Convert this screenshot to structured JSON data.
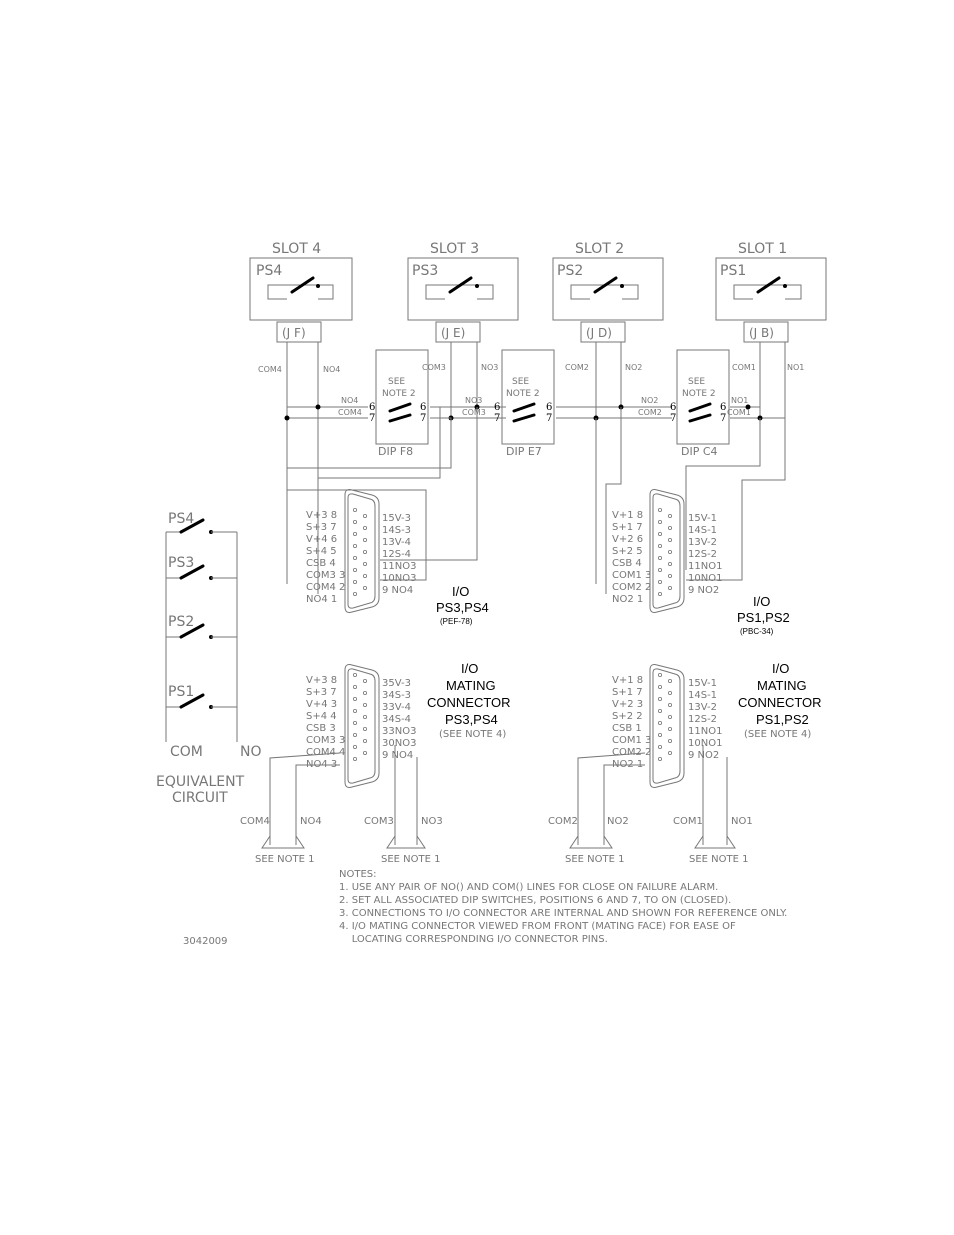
{
  "slots": [
    {
      "slot_label": "SLOT 4",
      "ps_label": "PS4",
      "jack": "(J F)",
      "com": "COM4",
      "no": "NO4"
    },
    {
      "slot_label": "SLOT 3",
      "ps_label": "PS3",
      "jack": "(J E)",
      "com": "COM3",
      "no": "NO3"
    },
    {
      "slot_label": "SLOT 2",
      "ps_label": "PS2",
      "jack": "(J D)",
      "com": "COM2",
      "no": "NO2"
    },
    {
      "slot_label": "SLOT 1",
      "ps_label": "PS1",
      "jack": "(J B)",
      "com": "COM1",
      "no": "NO1"
    }
  ],
  "dips": [
    {
      "see": "SEE",
      "note": "NOTE 2",
      "pos6": "6",
      "pos7": "7",
      "name": "DIP F8",
      "no": "NO4",
      "com": "COM4"
    },
    {
      "see": "SEE",
      "note": "NOTE 2",
      "pos6": "6",
      "pos7": "7",
      "name": "DIP E7",
      "no": "NO3",
      "com": "COM3"
    },
    {
      "see": "SEE",
      "note": "NOTE 2",
      "pos6": "6",
      "pos7": "7",
      "name": "DIP C4",
      "no": "NO2",
      "com": "COM2",
      "no_r": "NO1",
      "com_r": "COM1"
    }
  ],
  "io_left": {
    "left_pins": [
      "V+3 8",
      "S+3 7",
      "V+4 6",
      "S+4 5",
      "CSB 4",
      "COM3 3",
      "COM4 2",
      "NO4 1"
    ],
    "right_pins": [
      "15V-3",
      "14S-3",
      "13V-4",
      "12S-4",
      "11NO3",
      "10NO3",
      "9  NO4"
    ],
    "title": "I/O",
    "sub": "PS3,PS4",
    "part": "(PEF-78)"
  },
  "io_right": {
    "left_pins": [
      "V+1 8",
      "S+1 7",
      "V+2 6",
      "S+2 5",
      "CSB 4",
      "COM1 3",
      "COM2 2",
      "NO2 1"
    ],
    "right_pins": [
      "15V-1",
      "14S-1",
      "13V-2",
      "12S-2",
      "11NO1",
      "10NO1",
      "9  NO2"
    ],
    "title": "I/O",
    "sub": "PS1,PS2",
    "part": "(PBC-34)"
  },
  "mate_left": {
    "left_pins": [
      "V+3 8",
      "S+3 7",
      "V+4 3",
      "S+4 4",
      "CSB 3",
      "COM3 3",
      "COM4 4",
      "NO4 3"
    ],
    "right_pins": [
      "35V-3",
      "34S-3",
      "33V-4",
      "34S-4",
      "33NO3",
      "30NO3",
      "9  NO4"
    ],
    "l1": "I/O",
    "l2": "MATING",
    "l3": "CONNECTOR",
    "l4": "PS3,PS4",
    "l5": "(SEE NOTE 4)"
  },
  "mate_right": {
    "left_pins": [
      "V+1 8",
      "S+1 7",
      "V+2 3",
      "S+2 2",
      "CSB 1",
      "COM1 3",
      "COM2 2",
      "NO2 1"
    ],
    "right_pins": [
      "15V-1",
      "14S-1",
      "13V-2",
      "12S-2",
      "11NO1",
      "10NO1",
      "9  NO2"
    ],
    "l1": "I/O",
    "l2": "MATING",
    "l3": "CONNECTOR",
    "l4": "PS1,PS2",
    "l5": "(SEE NOTE 4)"
  },
  "equiv": {
    "switches": [
      "PS4",
      "PS3",
      "PS2",
      "PS1"
    ],
    "com": "COM",
    "no": "NO",
    "line1": "EQUIVALENT",
    "line2": "CIRCUIT"
  },
  "bottom": {
    "labels": [
      "COM4",
      "NO4",
      "COM3",
      "NO3",
      "COM2",
      "NO2",
      "COM1",
      "NO1"
    ],
    "see": [
      "SEE NOTE 1",
      "SEE NOTE 1",
      "SEE NOTE 1",
      "SEE NOTE 1"
    ]
  },
  "notes": {
    "heading": "NOTES:",
    "items": [
      "1. USE ANY PAIR OF NO() AND COM() LINES FOR CLOSE ON FAILURE ALARM.",
      "2. SET ALL ASSOCIATED DIP SWITCHES, POSITIONS 6 AND 7, TO ON (CLOSED).",
      "3. CONNECTIONS TO I/O CONNECTOR ARE INTERNAL AND SHOWN FOR REFERENCE ONLY.",
      "4. I/O MATING CONNECTOR VIEWED FROM FRONT (MATING FACE) FOR EASE OF",
      "    LOCATING CORRESPONDING I/O CONNECTOR PINS."
    ]
  },
  "figure_id": "3042009"
}
